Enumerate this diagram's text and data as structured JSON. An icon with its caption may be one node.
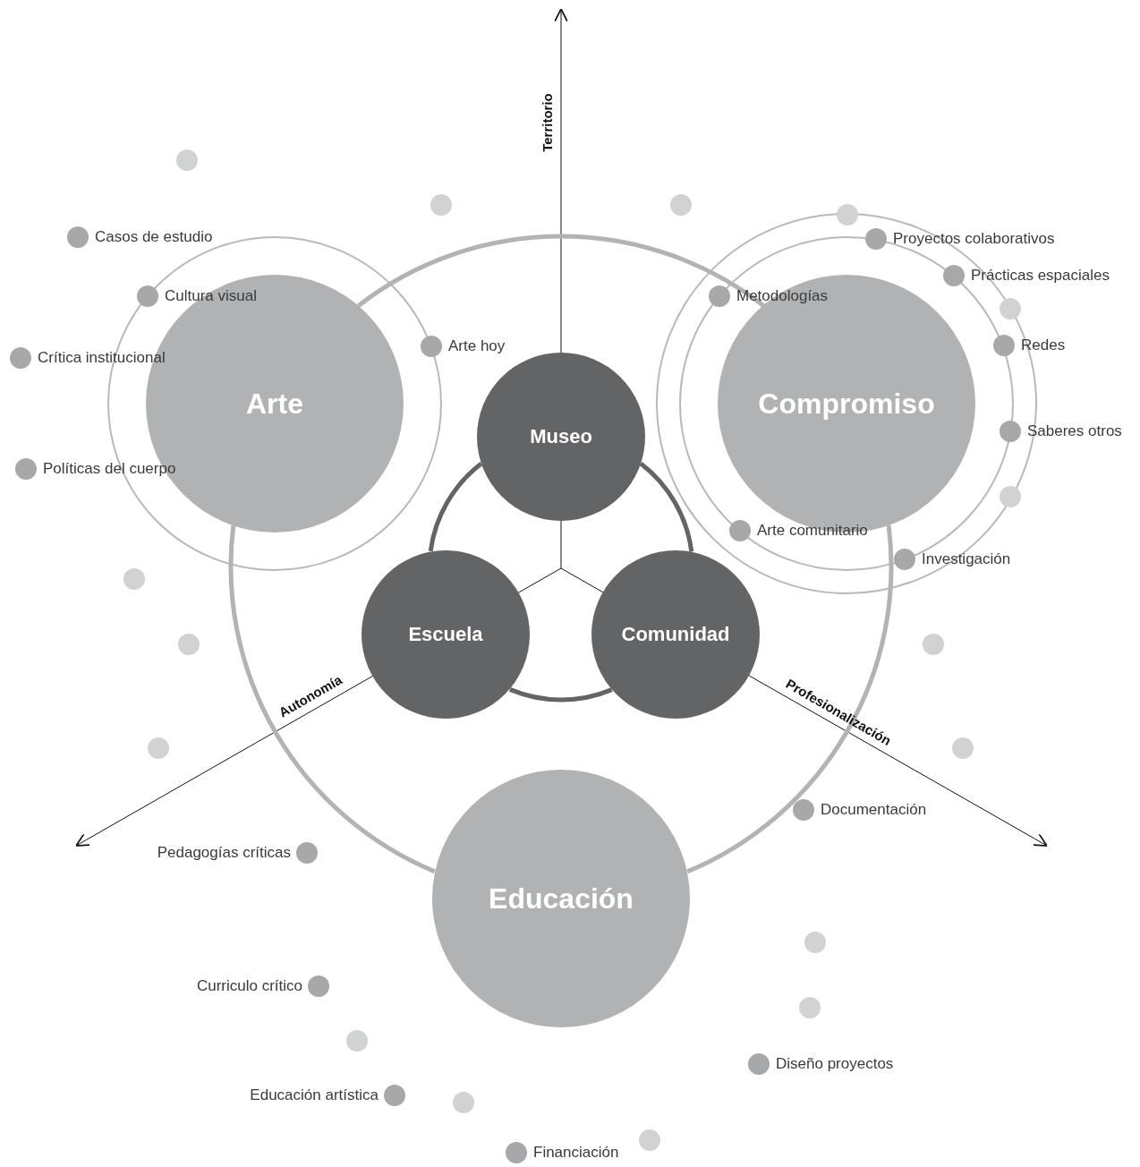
{
  "diagram": {
    "nodes": [
      {
        "text": [
          "Arte"
        ]
      },
      {
        "text": [
          "Compromiso"
        ]
      },
      {
        "text": [
          "Museo"
        ]
      },
      {
        "text": [
          "Escuela"
        ]
      },
      {
        "text": [
          "Comunidad"
        ]
      },
      {
        "text": [
          "Educación"
        ]
      }
    ],
    "edges": [
      {
        "from": 0,
        "to": 1,
        "arrow": "none"
      },
      {
        "from": 1,
        "to": 5,
        "arrow": "none"
      },
      {
        "from": 5,
        "to": 0,
        "arrow": "none"
      },
      {
        "from": 2,
        "to": 4,
        "arrow": "none"
      },
      {
        "from": 4,
        "to": 3,
        "arrow": "none"
      },
      {
        "from": 3,
        "to": 2,
        "arrow": "none"
      }
    ],
    "labels": [
      "Territorio",
      "Casos de estudio",
      "Proyectos colaborativos",
      "Prácticas espaciales",
      "Cultura visual",
      "Metodologías",
      "Arte hoy",
      "Redes",
      "Crítica institucional",
      "Saberes otros",
      "Políticas del cuerpo",
      "Arte comunitario",
      "Investigación",
      "Autonomía",
      "Profesionalización",
      "Documentación",
      "Pedagogías críticas",
      "Curriculo crítico",
      "Diseño proyectos",
      "Educación artística",
      "Financiación"
    ]
  }
}
